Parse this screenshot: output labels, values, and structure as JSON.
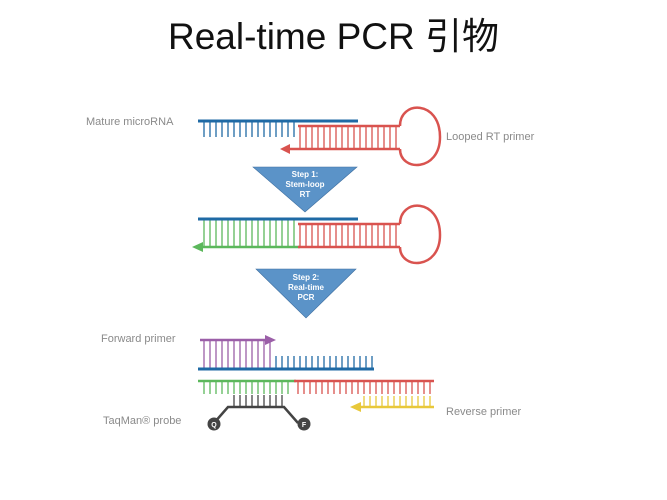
{
  "title": "Real-time PCR 引物",
  "labels": {
    "mature_microrna": "Mature microRNA",
    "looped_rt_primer": "Looped RT primer",
    "forward_primer": "Forward primer",
    "taqman_probe": "TaqMan® probe",
    "reverse_primer": "Reverse primer"
  },
  "steps": [
    {
      "line1": "Step 1:",
      "line2": "Stem-loop",
      "line3": "RT"
    },
    {
      "line1": "Step 2:",
      "line2": "Real-time",
      "line3": "PCR"
    }
  ],
  "probe": {
    "quencher": "Q",
    "fluorophore": "F"
  },
  "colors": {
    "mirna_blue": "#1f6aa5",
    "loop_red": "#d9534f",
    "cdna_green": "#5cb85c",
    "forward_purple": "#9b5fa8",
    "reverse_yellow": "#e8c83a",
    "probe_dark": "#444444",
    "step_blue": "#5b93c8"
  }
}
